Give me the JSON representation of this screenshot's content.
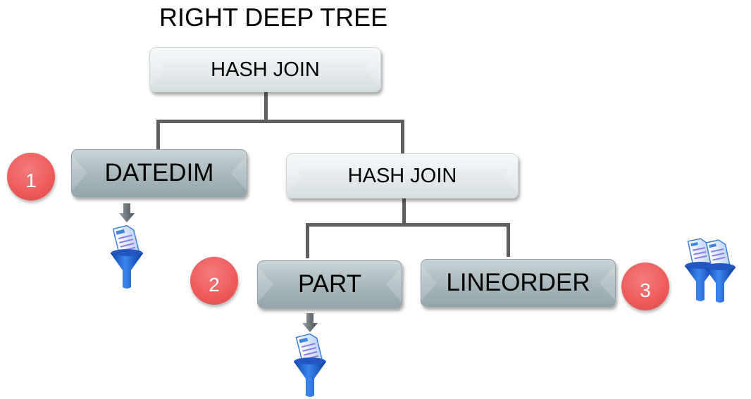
{
  "title": "RIGHT DEEP TREE",
  "nodes": {
    "root_join": "HASH JOIN",
    "datedim": "DATEDIM",
    "inner_join": "HASH JOIN",
    "part": "PART",
    "lineorder": "LINEORDER"
  },
  "badges": {
    "datedim": "1",
    "part": "2",
    "lineorder": "3"
  },
  "icons": {
    "datedim": [
      "down-arrow-icon",
      "filter-funnel-icon"
    ],
    "part": [
      "down-arrow-icon",
      "filter-funnel-icon"
    ],
    "lineorder": [
      "double-filter-funnel-icon"
    ]
  },
  "colors": {
    "badge": "#ee5a5a",
    "connector": "#5f5f5f",
    "scan_node": "#a9b9bd",
    "join_node": "#e6ecee",
    "funnel": "#1f5fd0"
  }
}
